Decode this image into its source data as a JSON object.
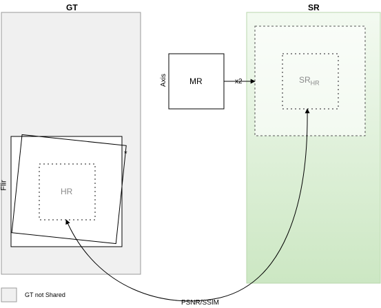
{
  "gt": {
    "title": "GT",
    "flir_label": "Flir",
    "hr_label": "HR",
    "star": "*"
  },
  "sr": {
    "title": "SR",
    "sr_label": "SR",
    "sr_subscript": "HR"
  },
  "mr": {
    "label": "MR",
    "axis_label": "Axis",
    "scale_label": "x2"
  },
  "metric_label": "PSNR/SSIM",
  "legend": {
    "label": "GT not Shared"
  },
  "colors": {
    "gt_fill": "#f0f0f0",
    "sr_top": "#f3faf1",
    "sr_bottom": "#cce7c3",
    "gray_text": "#8a8a8a"
  }
}
